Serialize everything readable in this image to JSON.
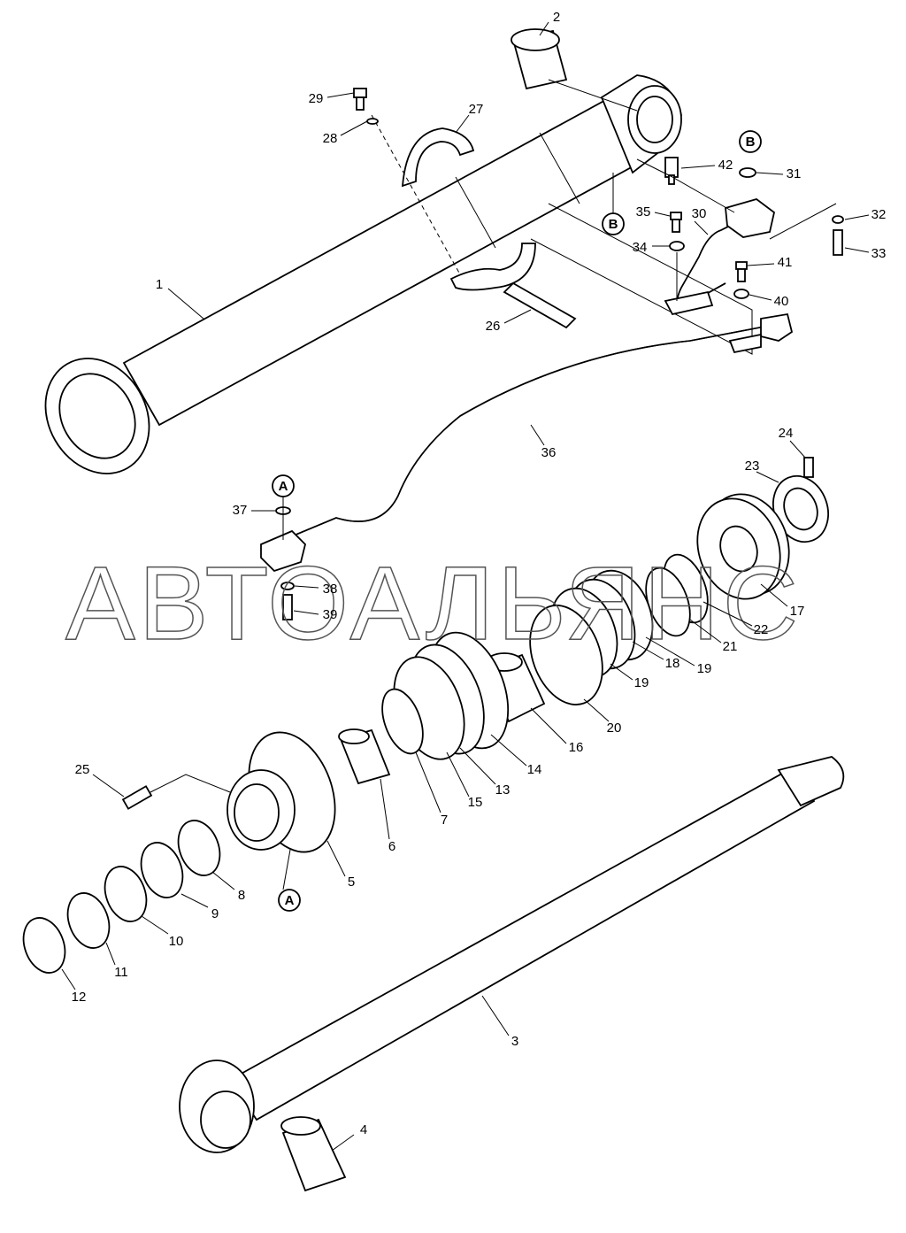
{
  "watermark": "АВТОАЛЬЯНС",
  "callouts": {
    "a": "A",
    "b": "B"
  },
  "labels": {
    "p1": "1",
    "p2": "2",
    "p3": "3",
    "p4": "4",
    "p5": "5",
    "p6": "6",
    "p7": "7",
    "p8": "8",
    "p9": "9",
    "p10": "10",
    "p11": "11",
    "p12": "12",
    "p13": "13",
    "p14": "14",
    "p15": "15",
    "p16": "16",
    "p17": "17",
    "p18": "18",
    "p19": "19",
    "p20": "20",
    "p21": "21",
    "p22": "22",
    "p23": "23",
    "p24": "24",
    "p25": "25",
    "p26": "26",
    "p27": "27",
    "p28": "28",
    "p29": "29",
    "p30": "30",
    "p31": "31",
    "p32": "32",
    "p33": "33",
    "p34": "34",
    "p35": "35",
    "p36": "36",
    "p37": "37",
    "p38": "38",
    "p39": "39",
    "p40": "40",
    "p41": "41",
    "p42": "42"
  }
}
